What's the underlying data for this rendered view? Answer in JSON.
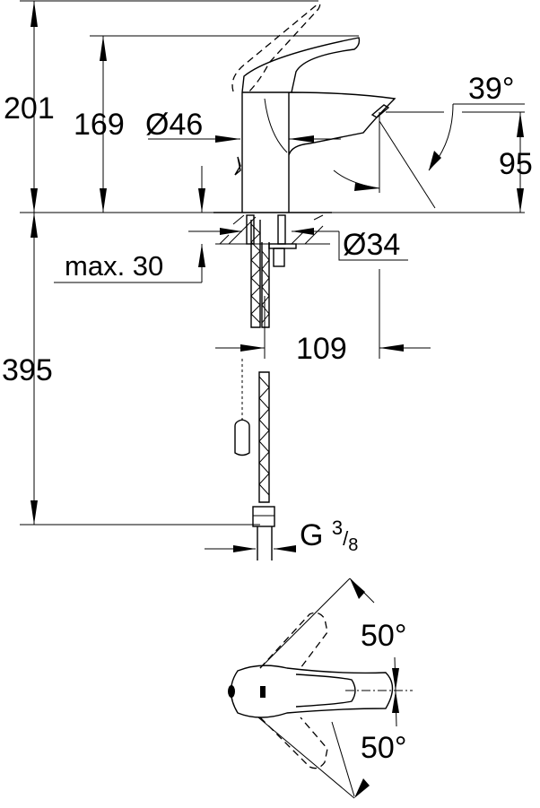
{
  "dimensions": {
    "total_height": "201",
    "height_to_lever": "169",
    "body_diameter": "Ø46",
    "spout_angle": "39°",
    "spout_height": "95",
    "shank_diameter": "Ø34",
    "max_deck_thickness": "max. 30",
    "spout_reach": "109",
    "below_deck_length": "395",
    "connection": {
      "prefix": "G",
      "num": "3",
      "den": "8"
    },
    "lever_rotation_left": "50°",
    "lever_rotation_right": "50°"
  }
}
